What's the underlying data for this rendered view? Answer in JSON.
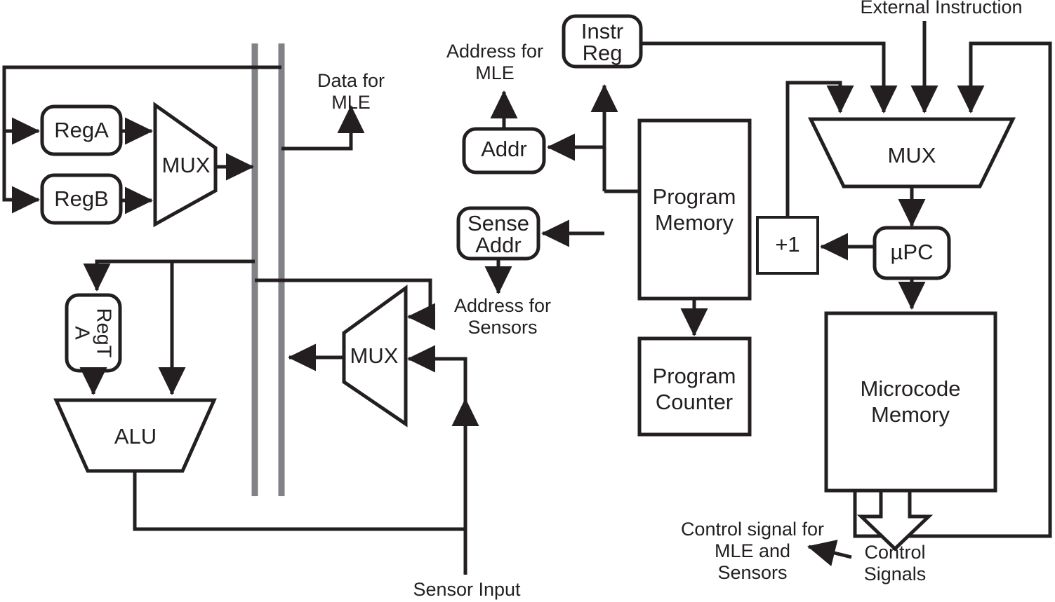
{
  "diagram": {
    "title": "Processor datapath and microcode control block diagram",
    "colors": {
      "ink": "#231f20",
      "bus": "#808285",
      "background": "#ffffff"
    },
    "datapath": {
      "reg_a": "RegA",
      "reg_b": "RegB",
      "mux_top": "MUX",
      "reg_t_line1": "RegT",
      "reg_t_line2": "A",
      "alu": "ALU",
      "mux_bottom": "MUX",
      "data_for_mle_line1": "Data for",
      "data_for_mle_line2": "MLE",
      "sensor_input": "Sensor Input"
    },
    "control": {
      "instr_reg_line1": "Instr",
      "instr_reg_line2": "Reg",
      "addr": "Addr",
      "sense_addr_line1": "Sense",
      "sense_addr_line2": "Addr",
      "address_for_mle_line1": "Address for",
      "address_for_mle_line2": "MLE",
      "address_for_sensors_line1": "Address for",
      "address_for_sensors_line2": "Sensors",
      "program_memory_line1": "Program",
      "program_memory_line2": "Memory",
      "program_counter_line1": "Program",
      "program_counter_line2": "Counter"
    },
    "microcode": {
      "external_instruction": "External Instruction",
      "mux": "MUX",
      "increment": "+1",
      "upc": "µPC",
      "microcode_memory_line1": "Microcode",
      "microcode_memory_line2": "Memory",
      "control_signals_line1": "Control",
      "control_signals_line2": "Signals",
      "control_signal_for_line1": "Control signal for",
      "control_signal_for_line2": "MLE and",
      "control_signal_for_line3": "Sensors"
    }
  }
}
